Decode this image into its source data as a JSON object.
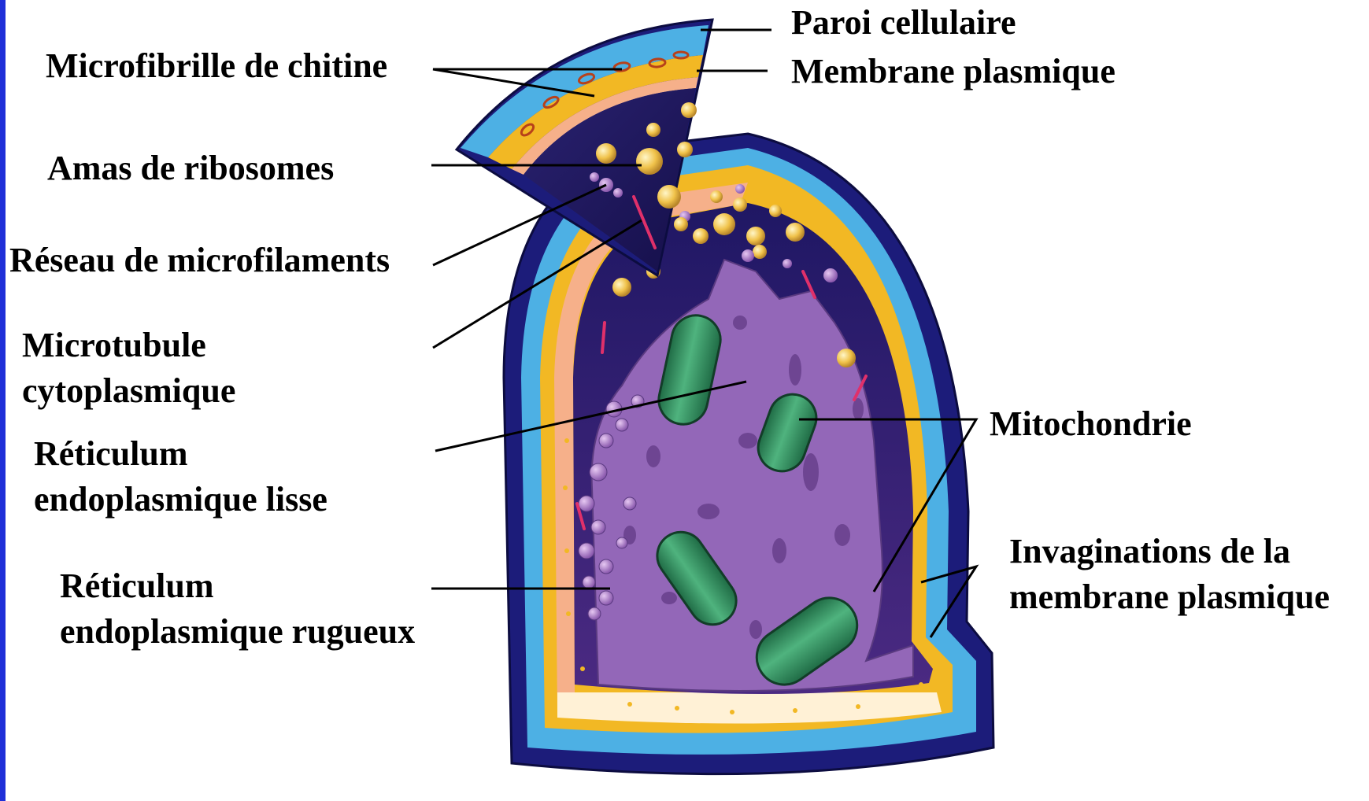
{
  "colors": {
    "left_bar": "#1f2fd8",
    "wall_dark": "#1c1c7a",
    "wall_light": "#4db0e4",
    "membrane_yellow": "#f2b824",
    "membrane_pink": "#f6b08a",
    "cytoplasm": "#241a6c",
    "er": "#9367b8",
    "mitochondria": "#2e8a5a",
    "ribosome": "#f0c24a",
    "microfilament": "#e0306a",
    "leader_line": "#000000"
  },
  "labels": {
    "paroi": "Paroi cellulaire",
    "membrane": "Membrane plasmique",
    "chitine": "Microfibrille de chitine",
    "ribosomes": "Amas de ribosomes",
    "microfilaments": "Réseau de microfilaments",
    "microtubule_1": "Microtubule",
    "microtubule_2": "cytoplasmique",
    "rel_1": "Réticulum",
    "rel_2": "endoplasmique lisse",
    "rer_1": "Réticulum",
    "rer_2": "endoplasmique rugueux",
    "mito": "Mitochondrie",
    "invag_1": "Invaginations de la",
    "invag_2": "membrane plasmique"
  }
}
